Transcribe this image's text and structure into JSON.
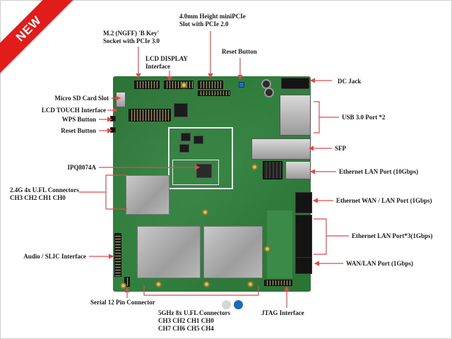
{
  "badge": {
    "text": "NEW",
    "color": "#e21b1b"
  },
  "colors": {
    "annotation": "#e8474a",
    "board": "#2f7a3a",
    "dot_grey": "#d6d6d6",
    "dot_blue": "#1b6db3"
  },
  "labels": {
    "mini_pcie": [
      "4.0mm Height miniPCIe",
      "Slot with PCIe 2.0"
    ],
    "m2": [
      "M.2 (NGFF) 'B Key'",
      "Socket with PCIe 3.0"
    ],
    "lcd_display": [
      "LCD DISPLAY",
      "Interface"
    ],
    "reset_top": "Reset Button",
    "dc_jack": "DC Jack",
    "micro_sd": "Micro SD Card Slot",
    "lcd_touch": "LCD TOUCH Interface",
    "wps": "WPS Button",
    "reset_left": "Reset Button",
    "usb": "USB 3.0 Port *2",
    "sfp": "SFP",
    "ipq": "IPQ8074A",
    "eth_10g": "Ethernet LAN Port (10Gbps)",
    "wifi_24": [
      "2.4G 4x U.FL Connectors",
      "CH3 CH2 CH1 CH0"
    ],
    "eth_wan_lan": "Ethernet WAN / LAN Port (1Gbps)",
    "eth_lan3": "Ethernet LAN Port*3(1Gbps)",
    "audio": "Audio / SLIC Interface",
    "wan_lan": "WAN/LAN Port (1Gbps)",
    "serial": "Serial 12 Pin Connector",
    "wifi_5": [
      "5GHz 8x U.FL Connectors",
      "CH3 CH2 CH1 CH0",
      "CH7 CH6 CH5 CH4"
    ],
    "jtag": "JTAG Interface"
  }
}
